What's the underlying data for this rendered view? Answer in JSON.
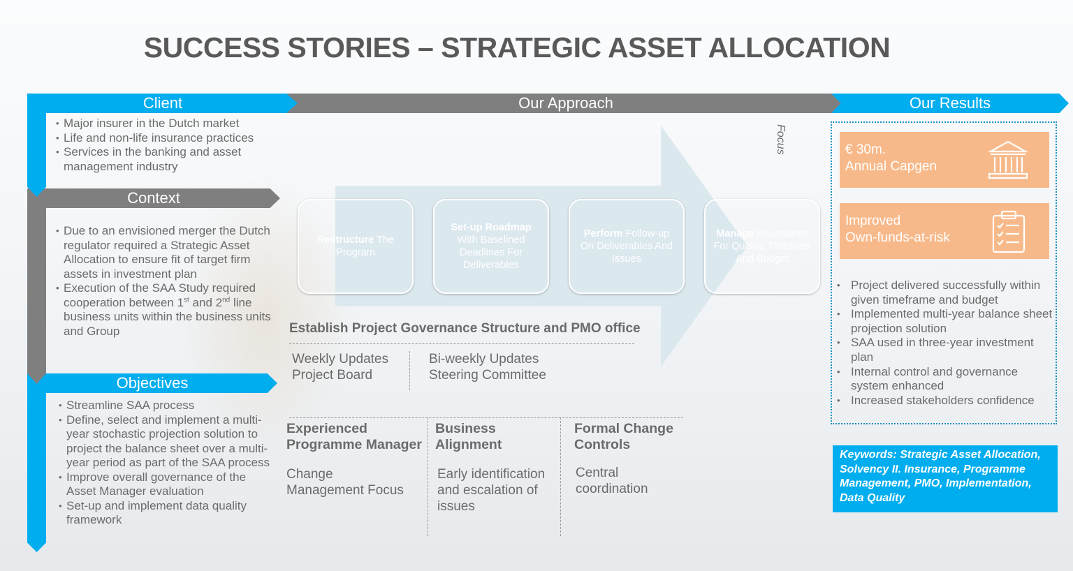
{
  "title": "SUCCESS STORIES – STRATEGIC ASSET ALLOCATION",
  "banners": {
    "client": "Client",
    "approach": "Our Approach",
    "results": "Our Results",
    "context": "Context",
    "objectives": "Objectives"
  },
  "client_items": [
    "Major insurer in the Dutch market",
    "Life and non-life insurance practices",
    "Services in the banking and asset management industry"
  ],
  "context_items": [
    "Due to an envisioned merger the Dutch regulator required a Strategic Asset Allocation to ensure fit of target firm assets in investment plan",
    "Execution of the SAA Study required cooperation between 1st and 2nd line business units within the business units and Group"
  ],
  "objective_items": [
    "Streamline SAA process",
    "Define, select and implement a multi-year stochastic projection solution to project the balance sheet over a multi-year period as part of the SAA process",
    "Improve overall governance of the Asset Manager evaluation",
    "Set-up and implement data quality framework"
  ],
  "focus_label": "Focus",
  "steps": [
    {
      "bold": "Restructure",
      "rest": " The Program",
      "color": "#00adef"
    },
    {
      "bold": "Set-up Roadmap",
      "rest": " With Baselined Deadlines For Deliverables",
      "color": "#7f7f7f"
    },
    {
      "bold": "Perform",
      "rest": " Follow-up On Deliverables And Issues",
      "color": "#00adef"
    },
    {
      "bold": "Manage",
      "rest": " Boundaries For Quality, Timelines And Budget",
      "color": "#7f7f7f"
    }
  ],
  "governance": {
    "title": "Establish Project Governance Structure and PMO office",
    "left": "Weekly Updates\nProject Board",
    "right": "Bi-weekly Updates\nSteering Committee"
  },
  "pillars": [
    {
      "header": "Experienced\nProgramme Manager",
      "body": "Change\nManagement Focus"
    },
    {
      "header": "Business\nAlignment",
      "body": "Early identification\nand escalation of\nissues"
    },
    {
      "header": "Formal Change\nControls",
      "body": "Central\ncoordination"
    }
  ],
  "results": {
    "tile1": {
      "line1": "€ 30m.",
      "line2": "Annual Capgen",
      "icon": "bank-icon"
    },
    "tile2": {
      "line1": "Improved",
      "line2": "Own-funds-at-risk",
      "icon": "checklist-icon"
    },
    "items": [
      "Project delivered successfully within given timeframe and budget",
      "Implemented multi-year balance sheet projection solution",
      "SAA used in three-year investment plan",
      "Internal control and governance system enhanced",
      "Increased stakeholders confidence"
    ]
  },
  "keywords": "Keywords:  Strategic Asset Allocation, Solvency II. Insurance, Programme Management, PMO, Implementation, Data Quality",
  "colors": {
    "accent": "#00adef",
    "grey": "#7f7f7f",
    "tile": "#f8b98a",
    "arrow": "#dbe8ee"
  }
}
